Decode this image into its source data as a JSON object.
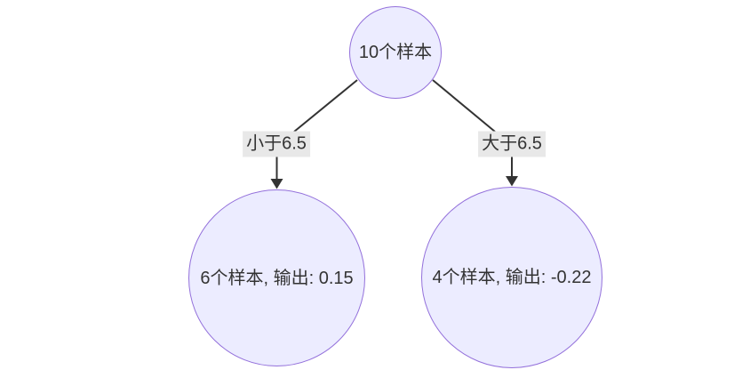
{
  "diagram": {
    "type": "decision-tree-flowchart",
    "nodes": {
      "root": {
        "label": "10个样本",
        "shape": "circle"
      },
      "left": {
        "label": "6个样本, 输出: 0.15",
        "shape": "circle"
      },
      "right": {
        "label": "4个样本, 输出: -0.22",
        "shape": "circle"
      }
    },
    "edges": {
      "left": {
        "label": "小于6.5",
        "from": "root",
        "to": "left"
      },
      "right": {
        "label": "大于6.5",
        "from": "root",
        "to": "right"
      }
    },
    "colors": {
      "node_fill": "#ECECFF",
      "node_border": "#9370DB",
      "edge_stroke": "#333333",
      "edge_label_bg": "#e8e8e8",
      "text": "#333333",
      "background": "#ffffff"
    }
  }
}
